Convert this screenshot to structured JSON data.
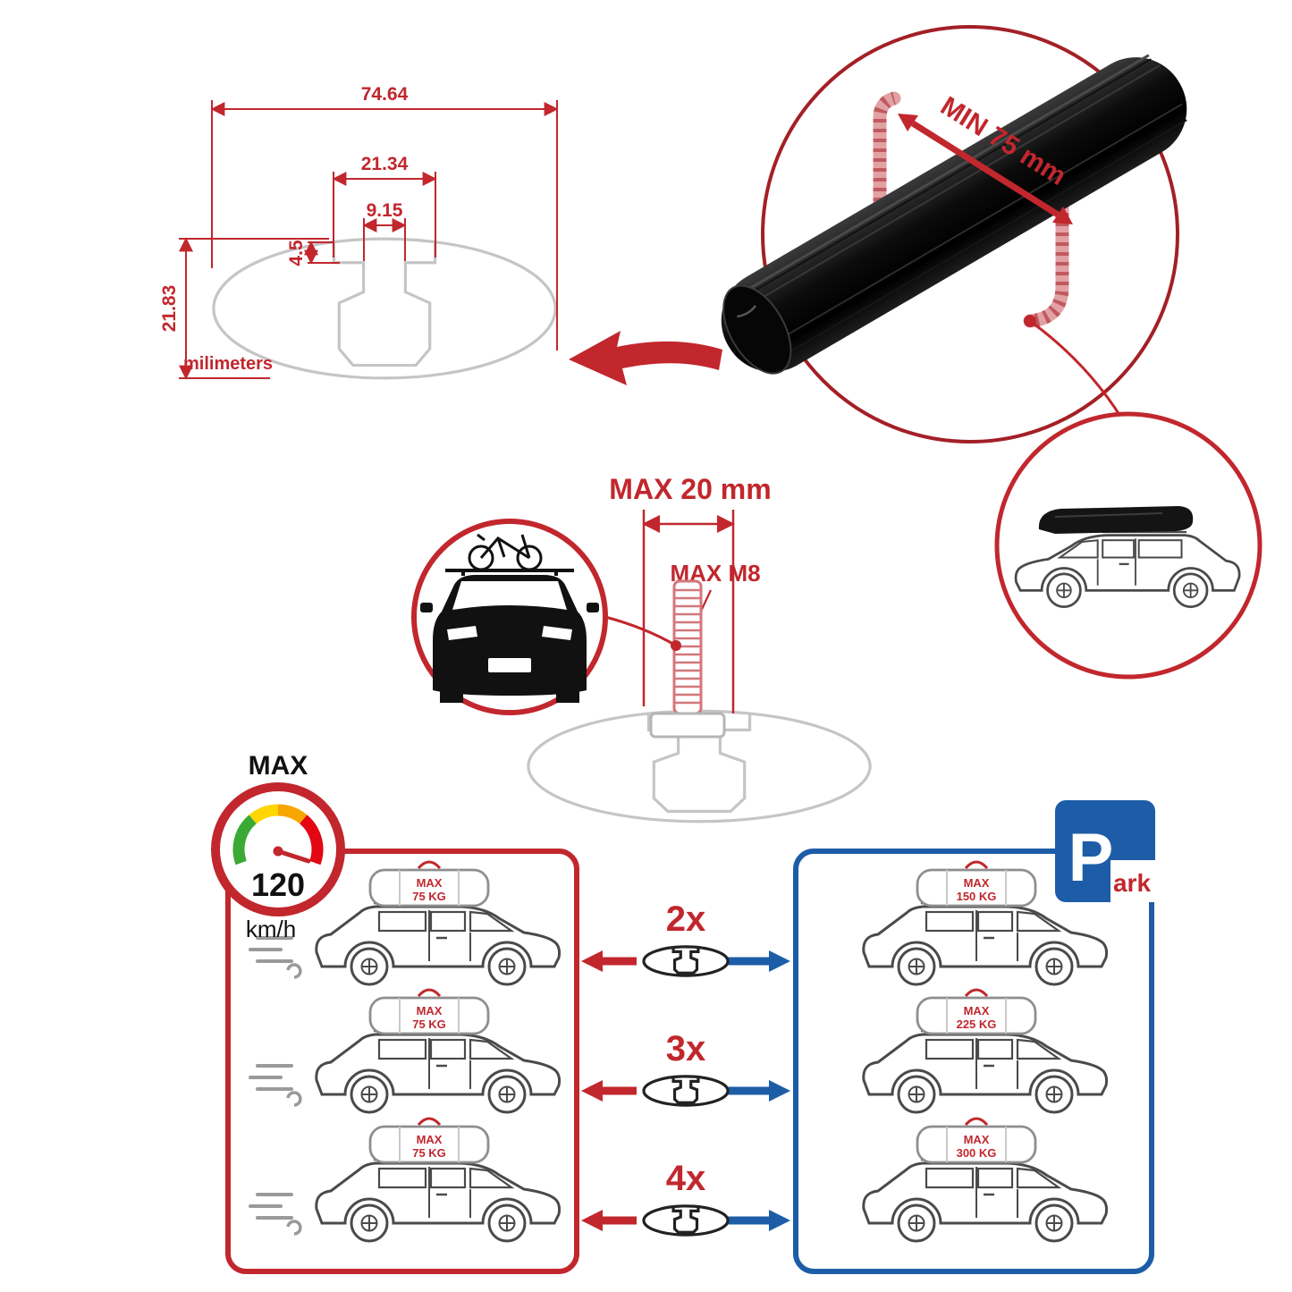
{
  "colors": {
    "accent_red": "#c1272d",
    "dark_red": "#a32026",
    "blue": "#1d5da7",
    "light_gray": "#c5c5c5",
    "bar_black": "#0a0a0a",
    "gauge_green": "#3aaa35",
    "gauge_yellow": "#ffd500",
    "gauge_orange": "#f7a600",
    "gauge_red": "#e30613"
  },
  "tech_drawing": {
    "dim_total_width": "74.64",
    "dim_slot_width": "21.34",
    "dim_channel_width": "9.15",
    "dim_lip_depth": "4.5",
    "dim_height": "21.83",
    "unit_label": "milimeters"
  },
  "clamp_detail": {
    "min_clearance_label": "MIN 75 mm"
  },
  "bolt_detail": {
    "max_length_label": "MAX 20 mm",
    "max_thread_label": "MAX M8"
  },
  "speed_limit": {
    "title": "MAX",
    "value": "120",
    "unit": "km/h"
  },
  "parking_sign": {
    "letter": "P",
    "suffix": "ark"
  },
  "capacity": {
    "rows": [
      {
        "count": "2x",
        "left": {
          "max": "MAX",
          "kg": "75 KG"
        },
        "right": {
          "max": "MAX",
          "kg": "150 KG"
        }
      },
      {
        "count": "3x",
        "left": {
          "max": "MAX",
          "kg": "75 KG"
        },
        "right": {
          "max": "MAX",
          "kg": "225 KG"
        }
      },
      {
        "count": "4x",
        "left": {
          "max": "MAX",
          "kg": "75 KG"
        },
        "right": {
          "max": "MAX",
          "kg": "300 KG"
        }
      }
    ]
  }
}
